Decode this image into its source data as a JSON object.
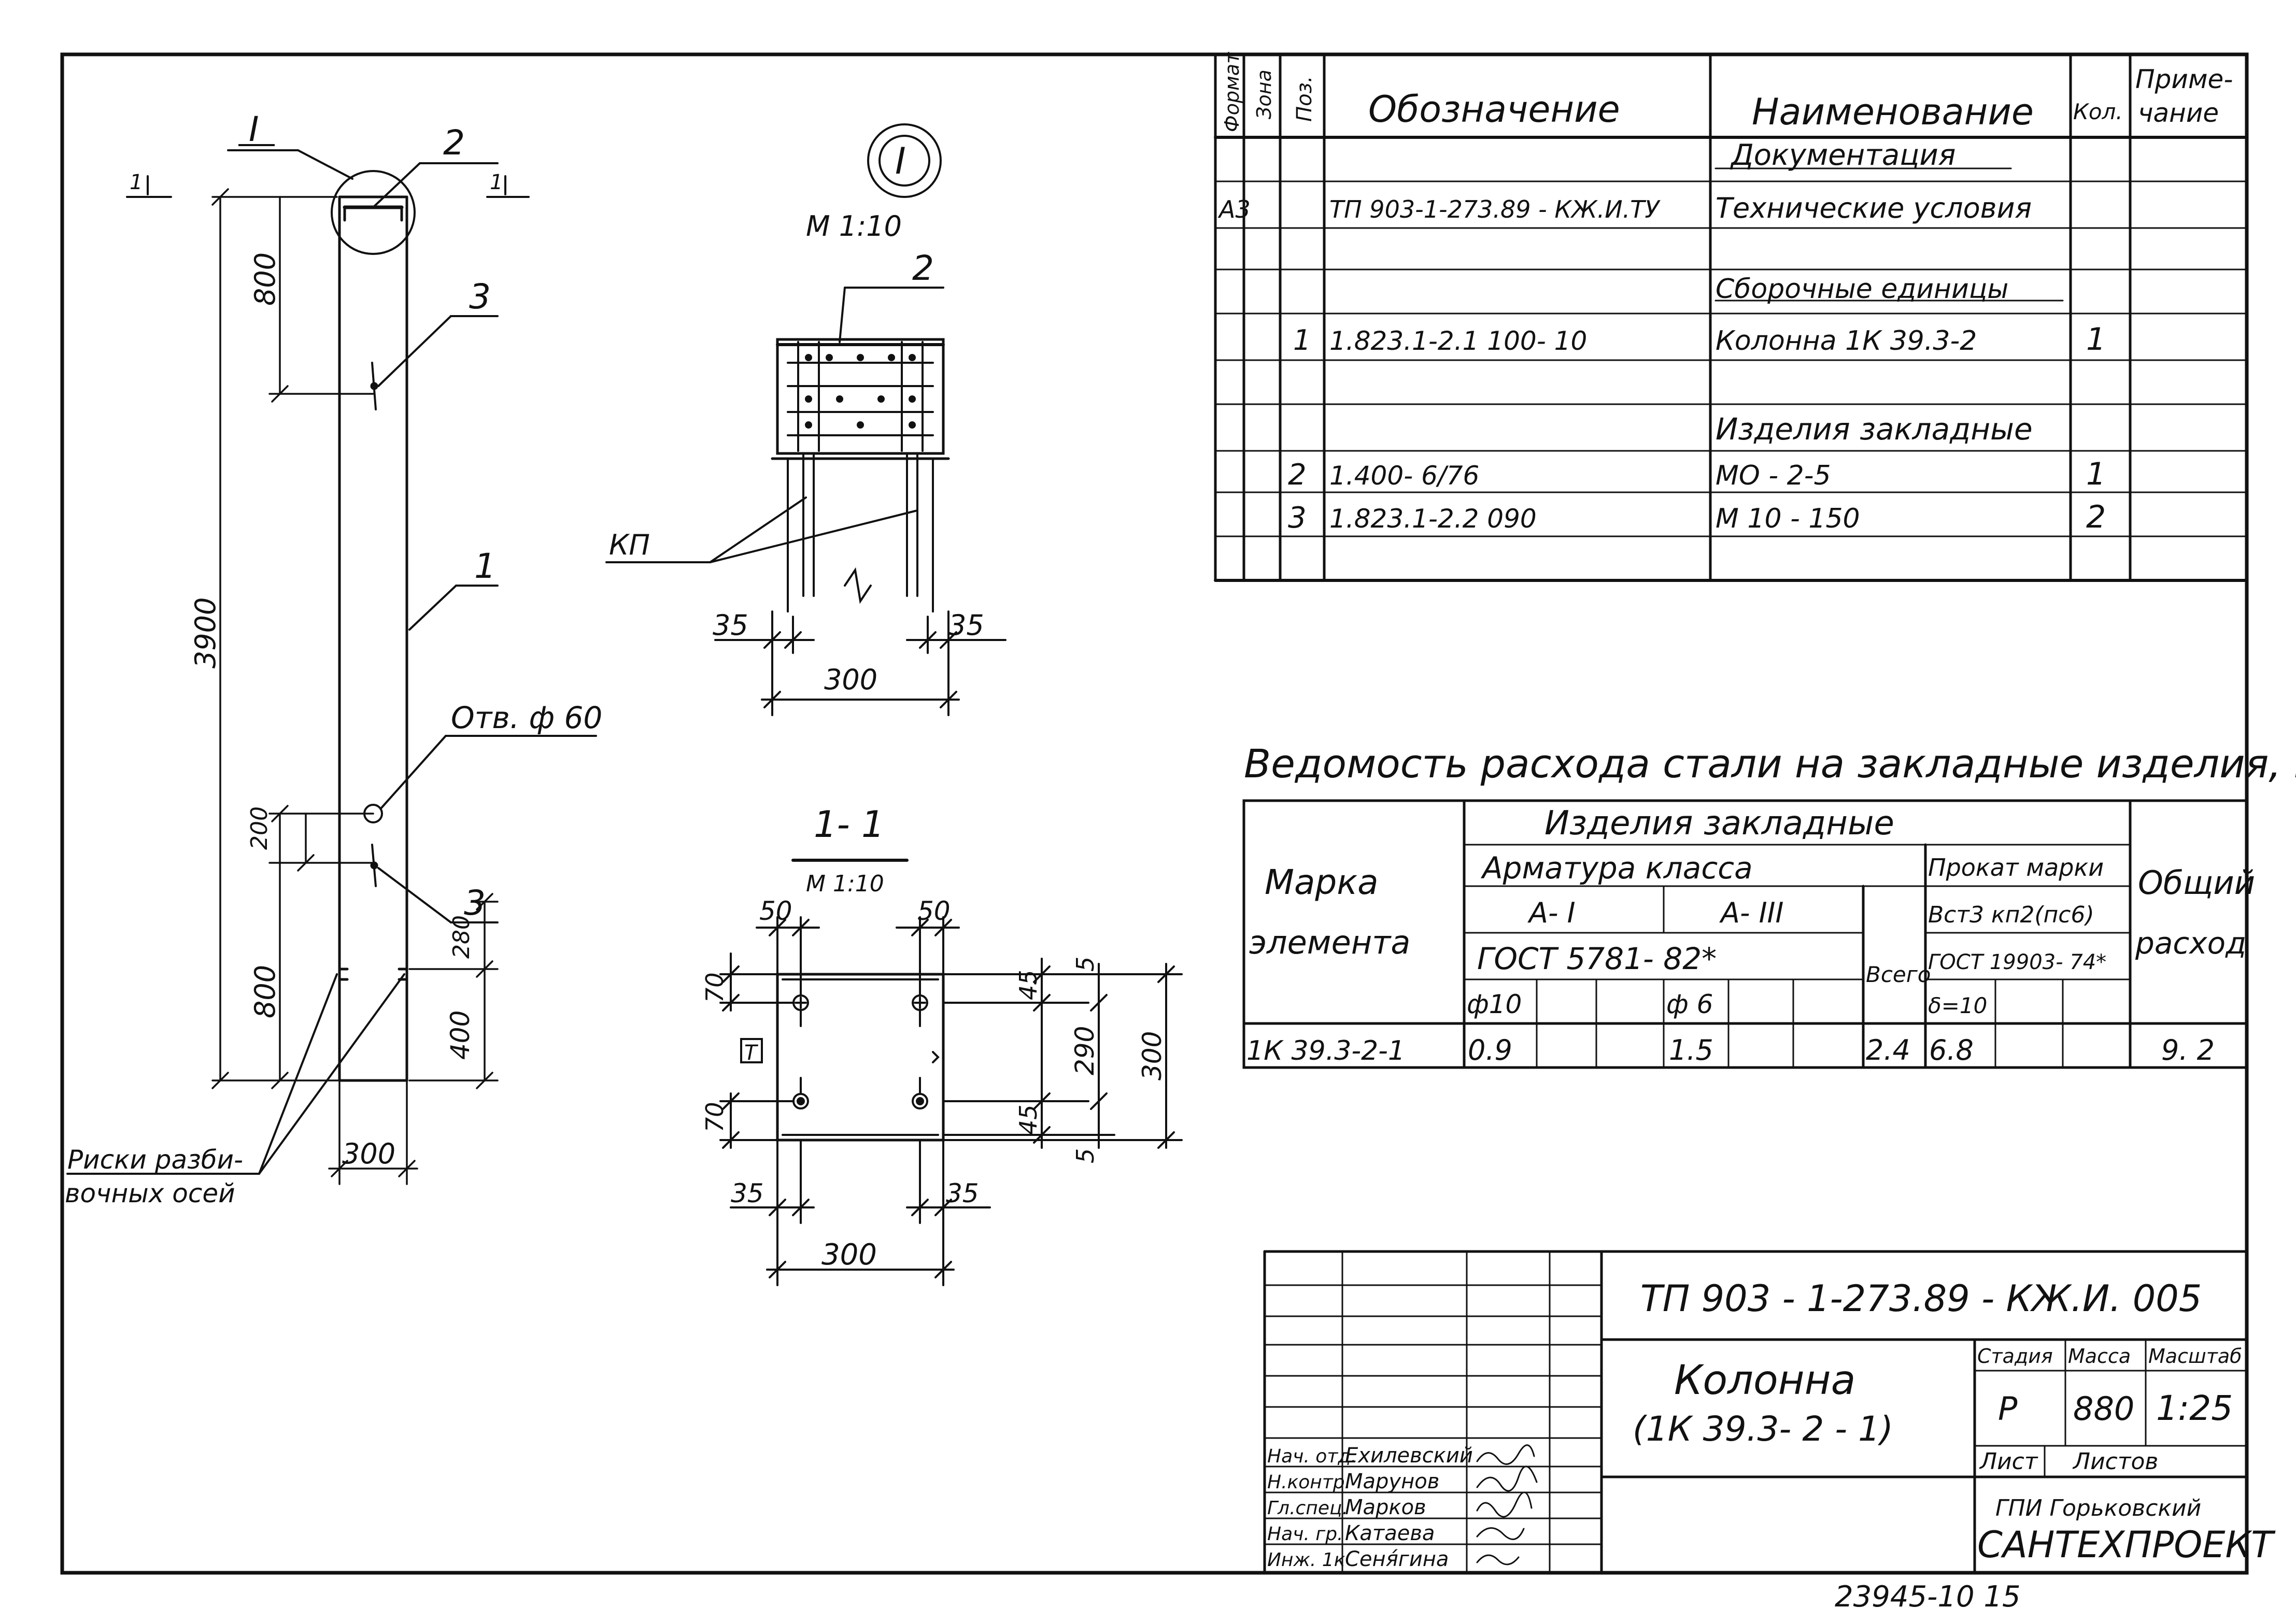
{
  "drawing": {
    "leader_I": "I",
    "leader_2": "2",
    "leader_3_top": "3",
    "leader_1": "1",
    "leader_3_bottom": "3",
    "section_mark_left": "1",
    "section_mark_right": "1",
    "dim_800_top": "800",
    "dim_3900": "3900",
    "dim_200": "200",
    "dim_800_bottom": "800",
    "dim_280": "280",
    "dim_400": "400",
    "dim_300_column": "300",
    "hole_label": "Отв. ф 60",
    "layout_axes_label_1": "Риски разби-",
    "layout_axes_label_2": "вочных осей",
    "view_I_symbol": "I",
    "view_I_scale": "М 1:10",
    "view_I_pos2": "2",
    "view_I_kp": "КП",
    "view_I_dim_35_left": "35",
    "view_I_dim_35_right": "35",
    "view_I_dim_300": "300",
    "section_title": "1- 1",
    "section_scale": "М 1:10",
    "sec_dim_50_left": "50",
    "sec_dim_50_right": "50",
    "sec_dim_70_top": "70",
    "sec_dim_70_bottom": "70",
    "sec_dim_45_top": "45",
    "sec_dim_5_top": "5",
    "sec_dim_290": "290",
    "sec_dim_300_right": "300",
    "sec_dim_45_bottom": "45",
    "sec_dim_5_bottom": "5",
    "sec_dim_35_left": "35",
    "sec_dim_35_right": "35",
    "sec_dim_300_bottom": "300",
    "sec_marker": "Т"
  },
  "spec": {
    "headers": {
      "format": "Формат",
      "zone": "Зона",
      "pos": "Поз.",
      "designation": "Обозначение",
      "name": "Наименование",
      "qty": "Кол.",
      "note_1": "Приме-",
      "note_2": "чание"
    },
    "rows": [
      {
        "format": "",
        "pos": "",
        "designation": "",
        "name": "Документация",
        "qty": ""
      },
      {
        "format": "А3",
        "pos": "",
        "designation": "ТП 903-1-273.89 - КЖ.И.ТУ",
        "name": "Технические условия",
        "qty": ""
      },
      {
        "format": "",
        "pos": "",
        "designation": "",
        "name": "",
        "qty": ""
      },
      {
        "format": "",
        "pos": "",
        "designation": "",
        "name": "Сборочные единицы",
        "qty": ""
      },
      {
        "format": "",
        "pos": "1",
        "designation": "1.823.1-2.1  100- 10",
        "name": "Колонна  1К 39.3-2",
        "qty": "1"
      },
      {
        "format": "",
        "pos": "",
        "designation": "",
        "name": "",
        "qty": ""
      },
      {
        "format": "",
        "pos": "",
        "designation": "",
        "name": "Изделия  закладные",
        "qty": ""
      },
      {
        "format": "",
        "pos": "2",
        "designation": "1.400- 6/76",
        "name": "МО - 2-5",
        "qty": "1"
      },
      {
        "format": "",
        "pos": "3",
        "designation": "1.823.1-2.2   090",
        "name": "М 10 - 150",
        "qty": "2"
      },
      {
        "format": "",
        "pos": "",
        "designation": "",
        "name": "",
        "qty": ""
      }
    ]
  },
  "steel": {
    "title": "Ведомость расхода стали  на закладные изделия, кг",
    "embedded_header": "Изделия  закладные",
    "rebar_header": "Арматура  класса",
    "rolled_header": "Прокат марки",
    "class_A1": "А- I",
    "class_A3": "А- III",
    "gost_rebar": "ГОСТ  5781- 82*",
    "grade": "Вст3 кп2(пс6)",
    "gost_rolled": "ГОСТ 19903- 74*",
    "d10": "ф10",
    "d6": "ф 6",
    "t10": "δ=10",
    "mark_1": "Марка",
    "mark_2": "элемента",
    "total": "Всего",
    "overall_1": "Общий",
    "overall_2": "расход",
    "row": {
      "mark": "1К 39.3-2-1",
      "a1": "0.9",
      "a3": "1.5",
      "total": "2.4",
      "rolled": "6.8",
      "overall": "9. 2"
    }
  },
  "stamp": {
    "code": "ТП  903 - 1-273.89  - КЖ.И. 005",
    "title_1": "Колонна",
    "title_2": "(1К 39.3- 2 - 1)",
    "stage_header": "Стадия",
    "mass_header": "Масса",
    "scale_header": "Масштаб",
    "stage": "Р",
    "mass": "880",
    "scale": "1:25",
    "sheet_label": "Лист",
    "sheets_label": "Листов",
    "org_1": "ГПИ Горьковский",
    "org_2": "САНТЕХПРОЕКТ",
    "people": [
      {
        "role": "Нач. отд.",
        "name": "Ехилевский"
      },
      {
        "role": "Н.контр.",
        "name": "Марунов"
      },
      {
        "role": "Гл.спец.",
        "name": "Марков"
      },
      {
        "role": "Нач. гр.",
        "name": "Катаева"
      },
      {
        "role": "Инж. 1к",
        "name": "Сеня́гина"
      }
    ]
  },
  "footer_code": "23945-10   15",
  "colors": {
    "ink": "#111111",
    "paper": "#ffffff"
  }
}
